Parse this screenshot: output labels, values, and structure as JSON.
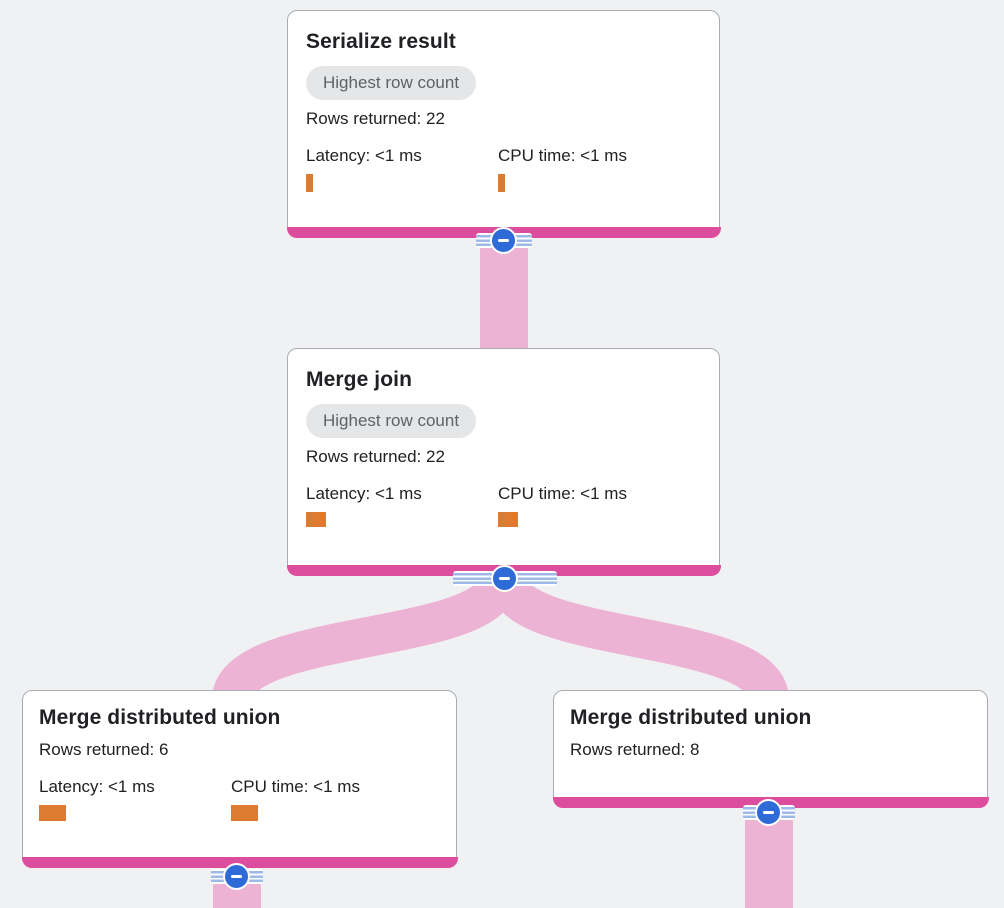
{
  "colors": {
    "bg": "#f0f1f3",
    "card-border": "#a9adb2",
    "magenta": "#dc4d9d",
    "ribbon": "#edb3d4",
    "orange": "#dd7c31",
    "blue": "#2e6bd6",
    "stripe": "#9db9e8",
    "badge-bg": "#e5e6e8",
    "badge-text": "#5d6267",
    "text": "#202124"
  },
  "icons": {
    "collapse": ""
  },
  "nodes": [
    {
      "id": "serialize-result",
      "title": "Serialize result",
      "badge": "Highest row count",
      "rows": "Rows returned: 22",
      "metrics": [
        {
          "label": "Latency: <1 ms",
          "bar": {
            "w": 7,
            "h": 18
          }
        },
        {
          "label": "CPU time: <1 ms",
          "bar": {
            "w": 7,
            "h": 18
          }
        }
      ]
    },
    {
      "id": "merge-join",
      "title": "Merge join",
      "badge": "Highest row count",
      "rows": "Rows returned: 22",
      "metrics": [
        {
          "label": "Latency: <1 ms",
          "bar": {
            "w": 20,
            "h": 15
          }
        },
        {
          "label": "CPU time: <1 ms",
          "bar": {
            "w": 20,
            "h": 15
          }
        }
      ]
    },
    {
      "id": "merge-distributed-union-left",
      "title": "Merge distributed union",
      "rows": "Rows returned: 6",
      "metrics": [
        {
          "label": "Latency: <1 ms",
          "bar": {
            "w": 27,
            "h": 16
          }
        },
        {
          "label": "CPU time: <1 ms",
          "bar": {
            "w": 27,
            "h": 16
          }
        }
      ]
    },
    {
      "id": "merge-distributed-union-right",
      "title": "Merge distributed union",
      "rows": "Rows returned: 8"
    }
  ],
  "edges": [
    {
      "from": "serialize-result",
      "to": "merge-join"
    },
    {
      "from": "merge-join",
      "to": "merge-distributed-union-left"
    },
    {
      "from": "merge-join",
      "to": "merge-distributed-union-right"
    },
    {
      "from": "merge-distributed-union-left",
      "to": "offscreen-below"
    },
    {
      "from": "merge-distributed-union-right",
      "to": "offscreen-below"
    }
  ]
}
